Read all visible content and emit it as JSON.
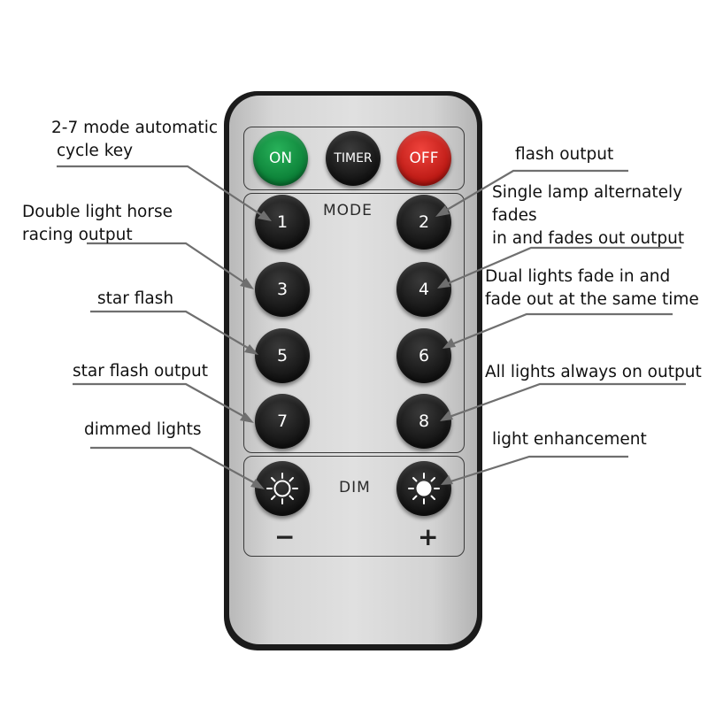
{
  "remote": {
    "buttons": {
      "on": "ON",
      "timer": "TIMER",
      "off": "OFF",
      "mode_label": "MODE",
      "numbers": [
        "1",
        "2",
        "3",
        "4",
        "5",
        "6",
        "7",
        "8"
      ],
      "dim_label": "DIM",
      "minus": "−",
      "plus": "+"
    }
  },
  "labels": {
    "cycle_key": [
      "2-7 mode automatic",
      "cycle key"
    ],
    "flash_output": "flash output",
    "double_light": [
      "Double light horse",
      "racing output"
    ],
    "single_lamp": [
      "Single lamp alternately",
      "fades",
      "in and fades out output"
    ],
    "star_flash": "star flash",
    "dual_lights": [
      "Dual lights fade in and",
      "fade out at the same time"
    ],
    "star_flash_output": "star flash output",
    "all_lights": "All lights always on output",
    "dimmed_lights": "dimmed lights",
    "light_enhancement": "light enhancement"
  },
  "colors": {
    "on_button": "#17a34a",
    "off_button": "#e32a24",
    "remote_body": "#d6d6d6"
  }
}
